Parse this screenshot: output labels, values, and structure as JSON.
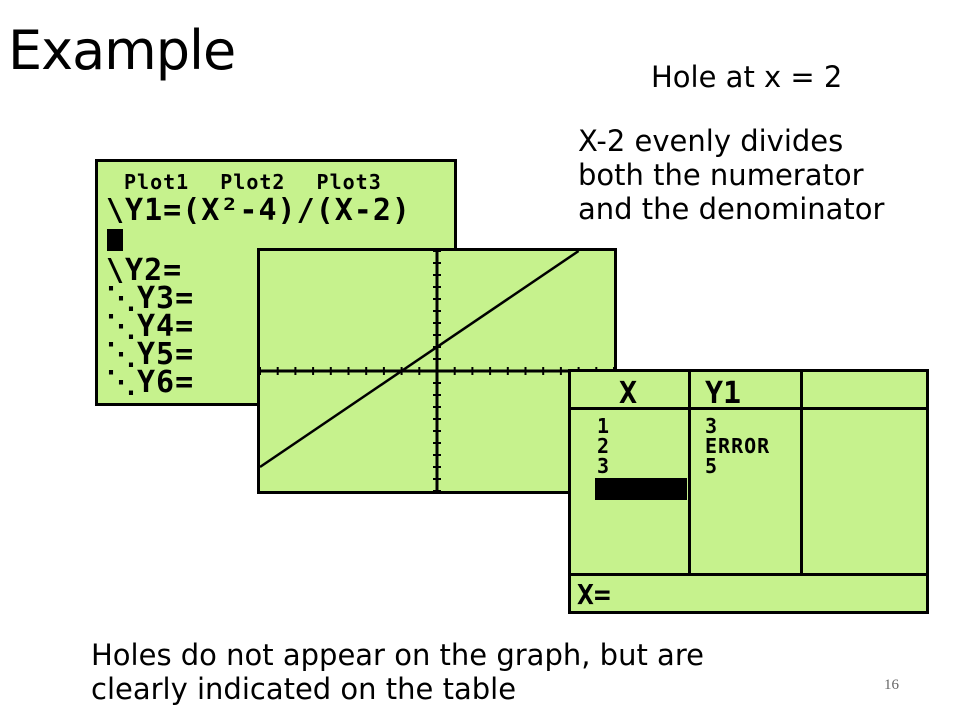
{
  "slide": {
    "title": "Example",
    "hole_note": "Hole at x = 2",
    "divides_note": "X-2 evenly divides both the numerator and the denominator",
    "bottom_note": "Holes do not appear on the graph, but are clearly indicated on the table",
    "page_number": "16"
  },
  "y_editor": {
    "plots": [
      "Plot1",
      "Plot2",
      "Plot3"
    ],
    "equations": [
      "\\Y1=(X²-4)/(X-2)",
      "\\Y2=",
      "⋱Y3=",
      "⋱Y4=",
      "⋱Y5=",
      "⋱Y6="
    ]
  },
  "graph": {
    "function": "(X²-4)/(X-2)",
    "window": {
      "xmin": -10,
      "xmax": 10,
      "ymin": -10,
      "ymax": 10
    },
    "axis_tick_marks": true
  },
  "table": {
    "headers": [
      "X",
      "Y1"
    ],
    "x_values": [
      "1",
      "2",
      "3"
    ],
    "y_values": [
      "3",
      "ERROR",
      "5"
    ],
    "entry_line": "X="
  },
  "colors": {
    "lcd_background": "#c6f28d",
    "lcd_ink": "#000000"
  }
}
